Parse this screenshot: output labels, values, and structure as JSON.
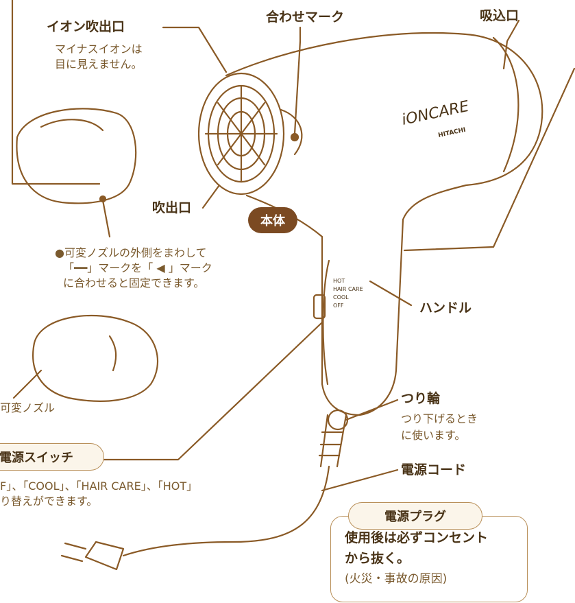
{
  "labels": {
    "ion_outlet": "イオン吹出口",
    "ion_note_line1": "マイナスイオンは",
    "ion_note_line2": "目に見えません。",
    "align_mark": "合わせマーク",
    "intake": "吸込口",
    "brand_line1": "iONCARE",
    "brand_line2": "HITACHI",
    "outlet": "吹出口",
    "body": "本体",
    "nozzle_note_line1": "●可変ノズルの外側をまわして",
    "nozzle_note_line2": "「━━」マークを「 ◀ 」マーク",
    "nozzle_note_line3": "に合わせると固定できます。",
    "variable_nozzle": "可変ノズル",
    "handle": "ハンドル",
    "switch_hot": "HOT",
    "switch_haircare": "HAIR CARE",
    "switch_cool": "COOL",
    "switch_off": "OFF",
    "hang_ring": "つり輪",
    "hang_ring_note_line1": "つり下げるとき",
    "hang_ring_note_line2": "に使います。",
    "power_switch": "電源スイッチ",
    "power_switch_note_line1": "F」、「COOL」、「HAIR CARE」、「HOT」",
    "power_switch_note_line2": "り替えができます。",
    "power_cord": "電源コード",
    "power_plug": "電源プラグ",
    "plug_warning_line1": "使用後は必ずコンセント",
    "plug_warning_line2": "から抜く。",
    "plug_warning_line3": "(火災・事故の原因)"
  },
  "colors": {
    "outline": "#8a5a26",
    "label_dark": "#4a3418",
    "label_light": "#7a5a2e",
    "badge_bg": "#7b4a22",
    "pill_border": "#b9905a"
  }
}
